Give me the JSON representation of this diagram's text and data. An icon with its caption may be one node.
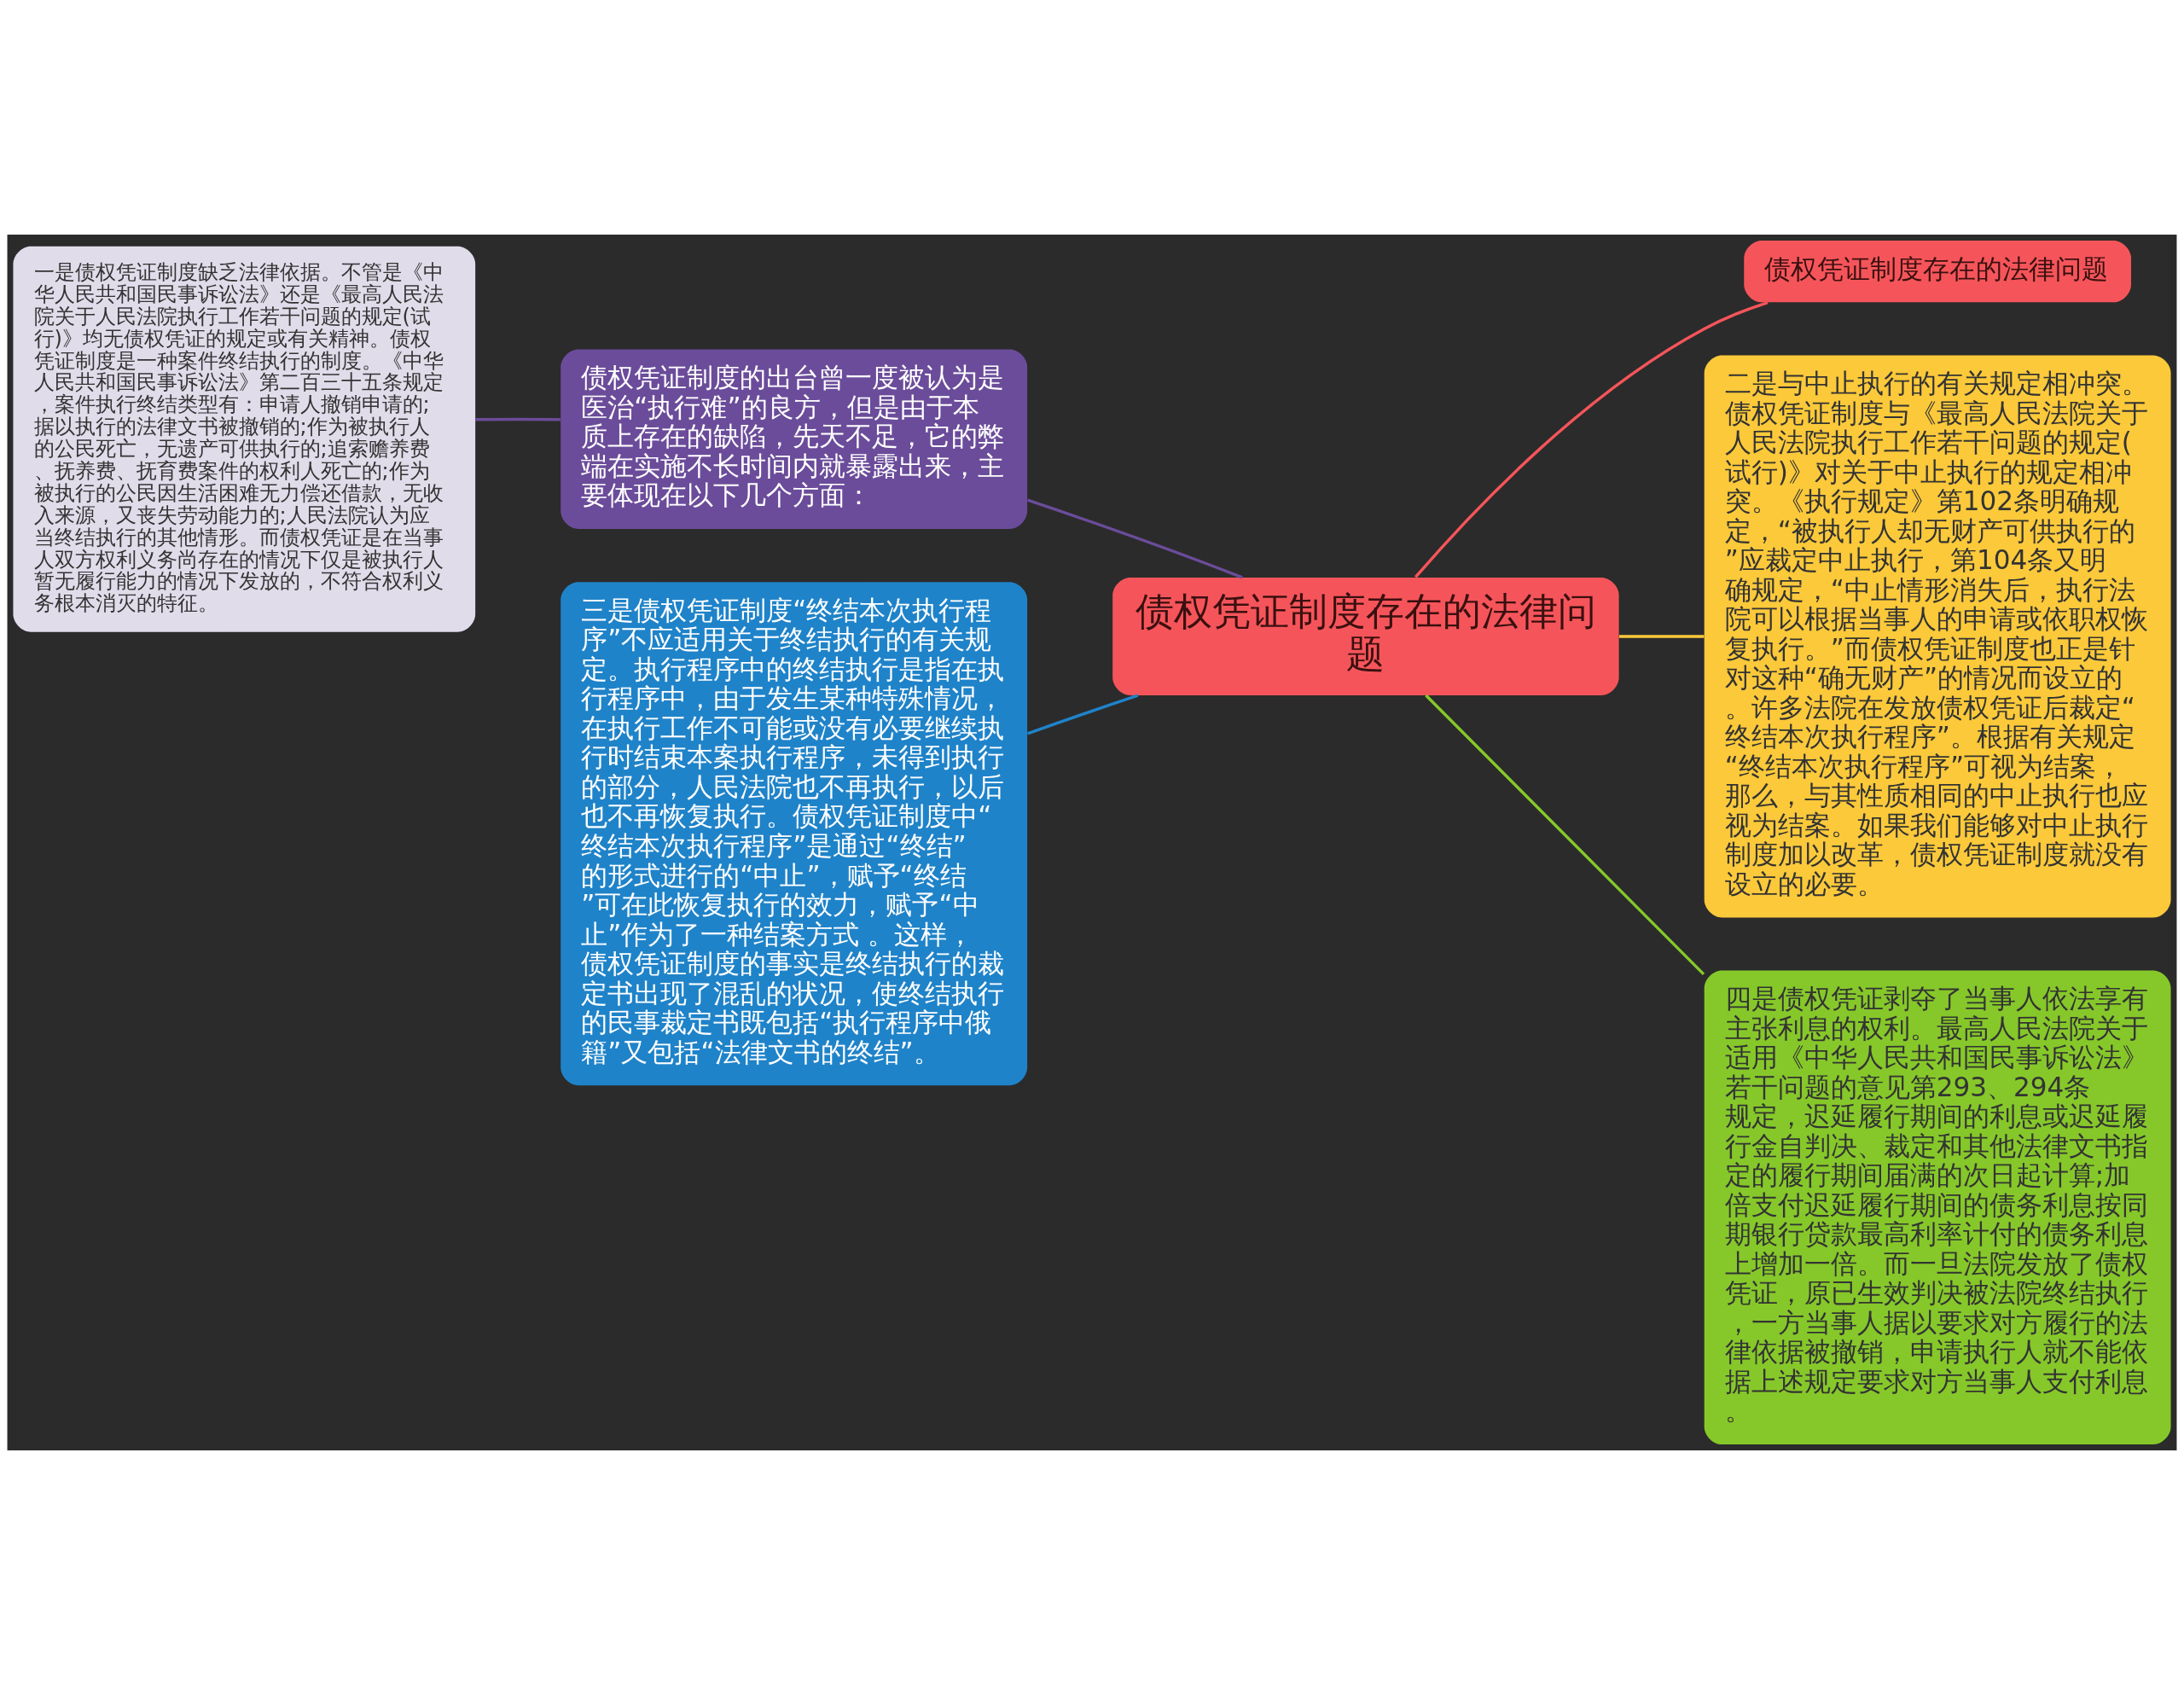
{
  "diagram": {
    "nodes": [
      {
        "text": [
          "债权凭证制度存在的法律问题"
        ]
      },
      {
        "text": [
          "债权凭证制度的出台曾一度被认为是医治“执行难”的良方，但是由于本质上存在的缺陷，先天不足，它的弊端在实施不长时间内就暴露出来，主要体现在以下几个方面："
        ]
      },
      {
        "text": [
          "一是债权凭证制度缺乏法律依据。不管是《中华人民共和国民事诉讼法》还是《最高人民法院关于人民法院执行工作若干问题的规定(试行)》均无债权凭证的规定或有关精神。债权凭证制度是一种案件终结执行的制度。《中华人民共和国民事诉讼法》第二百三十五条规定，案件执行终结类型有：申请人撤销申请的;据以执行的法律文书被撤销的;作为被执行人的公民死亡，无遗产可供执行的;追索赡养费、抚养费、抚育费案件的权利人死亡的;作为被执行的公民因生活困难无力偿还借款，无收入来源，又丧失劳动能力的;人民法院认为应当终结执行的其他情形。而债权凭证是在当事人双方权利义务尚存在的情况下仅是被执行人暂无履行能力的情况下发放的，不符合权利义务根本消灭的特征。"
        ]
      },
      {
        "text": [
          "三是债权凭证制度“终结本次执行程序”不应适用关于终结执行的有关规定。执行程序中的终结执行是指在执行程序中，由于发生某种特殊情况，在执行工作不可能或没有必要继续执行时结束本案执行程序，未得到执行的部分，人民法院也不再执行，以后也不再恢复执行。债权凭证制度中“终结本次执行程序”是通过“终结”的形式进行的“中止”，赋予“终结”可在此恢复执行的效力，赋予“中止”作为了一种结案方式 。这样，债权凭证制度的事实是终结执行的裁定书出现了混乱的状况，使终结执行的民事裁定书既包括“执行程序中俄籍”又包括“法律文书的终结”。"
        ]
      },
      {
        "text": [
          "债权凭证制度存在的法律问题"
        ]
      },
      {
        "text": [
          "二是与中止执行的有关规定相冲突。债权凭证制度与《最高人民法院关于人民法院执行工作若干问题的规定(试行)》对关于中止执行的规定相冲突。《执行规定》第102条明确规定，“被执行人却无财产可供执行的”应裁定中止执行，第104条又明确规定，“中止情形消失后，执行法院可以根据当事人的申请或依职权恢复执行。”而债权凭证制度也正是针对这种“确无财产”的情况而设立的。许多法院在发放债权凭证后裁定“终结本次执行程序”。根据有关规定“终结本次执行程序”可视为结案，那么，与其性质相同的中止执行也应视为结案。如果我们能够对中止执行制度加以改革，债权凭证制度就没有设立的必要。"
        ]
      },
      {
        "text": [
          "四是债权凭证剥夺了当事人依法享有主张利息的权利。最高人民法院关于适用《中华人民共和国民事诉讼法》若干问题的意见第293、294条规定，迟延履行期间的利息或迟延履行金自判决、裁定和其他法律文书指定的履行期间届满的次日起计算;加倍支付迟延履行期间的债务利息按同期银行贷款最高利率计付的债务利息上增加一倍。而一旦法院发放了债权凭证，原已生效判决被法院终结执行，一方当事人据以要求对方履行的法律依据被撤销，申请执行人就不能依据上述规定要求对方当事人支付利息。"
        ]
      }
    ],
    "edges": [
      {
        "from": 0,
        "to": 1,
        "arrow": "none",
        "color": "#6b4c9a"
      },
      {
        "from": 1,
        "to": 2,
        "arrow": "none",
        "color": "#6b4c9a"
      },
      {
        "from": 0,
        "to": 3,
        "arrow": "none",
        "color": "#1f83c9"
      },
      {
        "from": 0,
        "to": 4,
        "arrow": "none",
        "color": "#f5555a"
      },
      {
        "from": 0,
        "to": 5,
        "arrow": "none",
        "color": "#fbc93a"
      },
      {
        "from": 0,
        "to": 6,
        "arrow": "none",
        "color": "#86c82a"
      }
    ]
  }
}
